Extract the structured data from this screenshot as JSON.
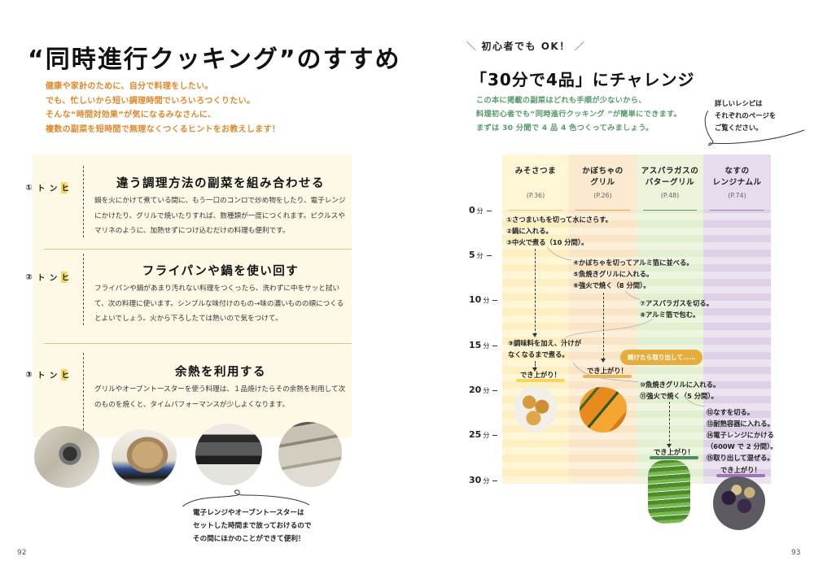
{
  "left_page": {
    "title": "“同時進行クッキング”のすすめ",
    "intro_lines": [
      "健康や家計のために、自分で料理をしたい。",
      "でも、忙しいから短い調理時間でいろいろつくりたい。",
      "そんな“時間対効果”が気になるみなさんに、",
      "複数の副菜を短時間で無理なくつくるヒントをお教えします！"
    ],
    "hints": [
      {
        "label": "ヒント①",
        "title": "違う調理方法の副菜を組み合わせる",
        "body": "鍋を火にかけて煮ている間に、もう一口のコンロで炒め物をしたり、電子レンジにかけたり、グリルで焼いたりすれば、数種類が一度につくれます。ピクルスやマリネのように、加熱せずにつけ込むだけの料理も便利です。"
      },
      {
        "label": "ヒント②",
        "title": "フライパンや鍋を使い回す",
        "body": "フライパンや鍋があまり汚れない料理をつくったら、洗わずに中をサッと拭いて、次の料理に使います。シンプルな味付けのもの→味の濃いものの順につくるとよいでしょう。火から下ろしたては熱いので気をつけて。"
      },
      {
        "label": "ヒント③",
        "title": "余熱を利用する",
        "body": "グリルやオーブントースターを使う料理は、１品焼けたらその余熱を利用して次のものを焼くと、タイムパフォーマンスが少しよくなります。"
      }
    ],
    "photos": [
      "gas-stove-photo",
      "pot-on-stove-photo",
      "microwave-oven-photo",
      "fish-grill-drawer-photo"
    ],
    "callout_lines": [
      "電子レンジやオーブントースターは",
      "セットした時間まで放っておけるので",
      "その間にほかのことができて便利！"
    ],
    "page_number": "92"
  },
  "right_page": {
    "tag": {
      "slash_left": "＼",
      "text": "初心者でも OK！",
      "slash_right": "／"
    },
    "title": "「30分で4品」にチャレンジ",
    "desc_lines": [
      "この本に掲載の副菜はどれも手順が少ないから、",
      "料理初心者でも“同時進行クッキング ”が簡単にできます。",
      "まずは 30 分間で 4 品 4 色つくってみましょう。"
    ],
    "note_lines": [
      "詳しいレシピは",
      "それぞれのページを",
      "ご覧ください。"
    ],
    "page_number": "93"
  },
  "chart_data": {
    "type": "table",
    "title": "「30分で4品」にチャレンジ",
    "time_unit": "分",
    "time_ticks": [
      "0",
      "5",
      "10",
      "15",
      "20",
      "25",
      "30"
    ],
    "columns": [
      {
        "name_lines": [
          "みそさつま",
          ""
        ],
        "page": "(P.36)",
        "color": "#fff6d5",
        "accent": "#f6d55a"
      },
      {
        "name_lines": [
          "かぼちゃの",
          "グリル"
        ],
        "page": "(P.26)",
        "color": "#fbead0",
        "accent": "#e9b55a"
      },
      {
        "name_lines": [
          "アスパラガスの",
          "バターグリル"
        ],
        "page": "(P.48)",
        "color": "#ecf4dc",
        "accent": "#4f8c5c"
      },
      {
        "name_lines": [
          "なすの",
          "レンジナムル"
        ],
        "page": "(P.74)",
        "color": "#e6dcee",
        "accent": "#9b77b4"
      }
    ],
    "steps": [
      {
        "text": "①さつまいもを切って水にさらす。",
        "dish": 1
      },
      {
        "text": "②鍋に入れる。",
        "dish": 1
      },
      {
        "text": "③中火で煮る（10 分間）。",
        "dish": 1
      },
      {
        "text": "④かぼちゃを切ってアルミ箔に並べる。",
        "dish": 2
      },
      {
        "text": "⑤魚焼きグリルに入れる。",
        "dish": 2
      },
      {
        "text": "⑥強火で焼く（8 分間）。",
        "dish": 2
      },
      {
        "text": "⑦アスパラガスを切る。",
        "dish": 3
      },
      {
        "text": "⑧アルミ箔で包む。",
        "dish": 3
      },
      {
        "text": "⑨調味料を加え、汁けが",
        "dish": 1
      },
      {
        "text": "なくなるまで煮る。",
        "dish": 1
      },
      {
        "text": "⑩魚焼きグリルに入れる。",
        "dish": 3
      },
      {
        "text": "⑪強火で焼く（5 分間）。",
        "dish": 3
      },
      {
        "text": "⑫なすを切る。",
        "dish": 4
      },
      {
        "text": "⑬耐熱容器に入れる。",
        "dish": 4
      },
      {
        "text": "⑭電子レンジにかける",
        "dish": 4
      },
      {
        "text": "（600W で 2 分間）。",
        "dish": 4
      },
      {
        "text": "⑮取り出して混ぜる。",
        "dish": 4
      }
    ],
    "done_label": "でき上がり！",
    "bubble": "焼けたら取り出して……"
  }
}
